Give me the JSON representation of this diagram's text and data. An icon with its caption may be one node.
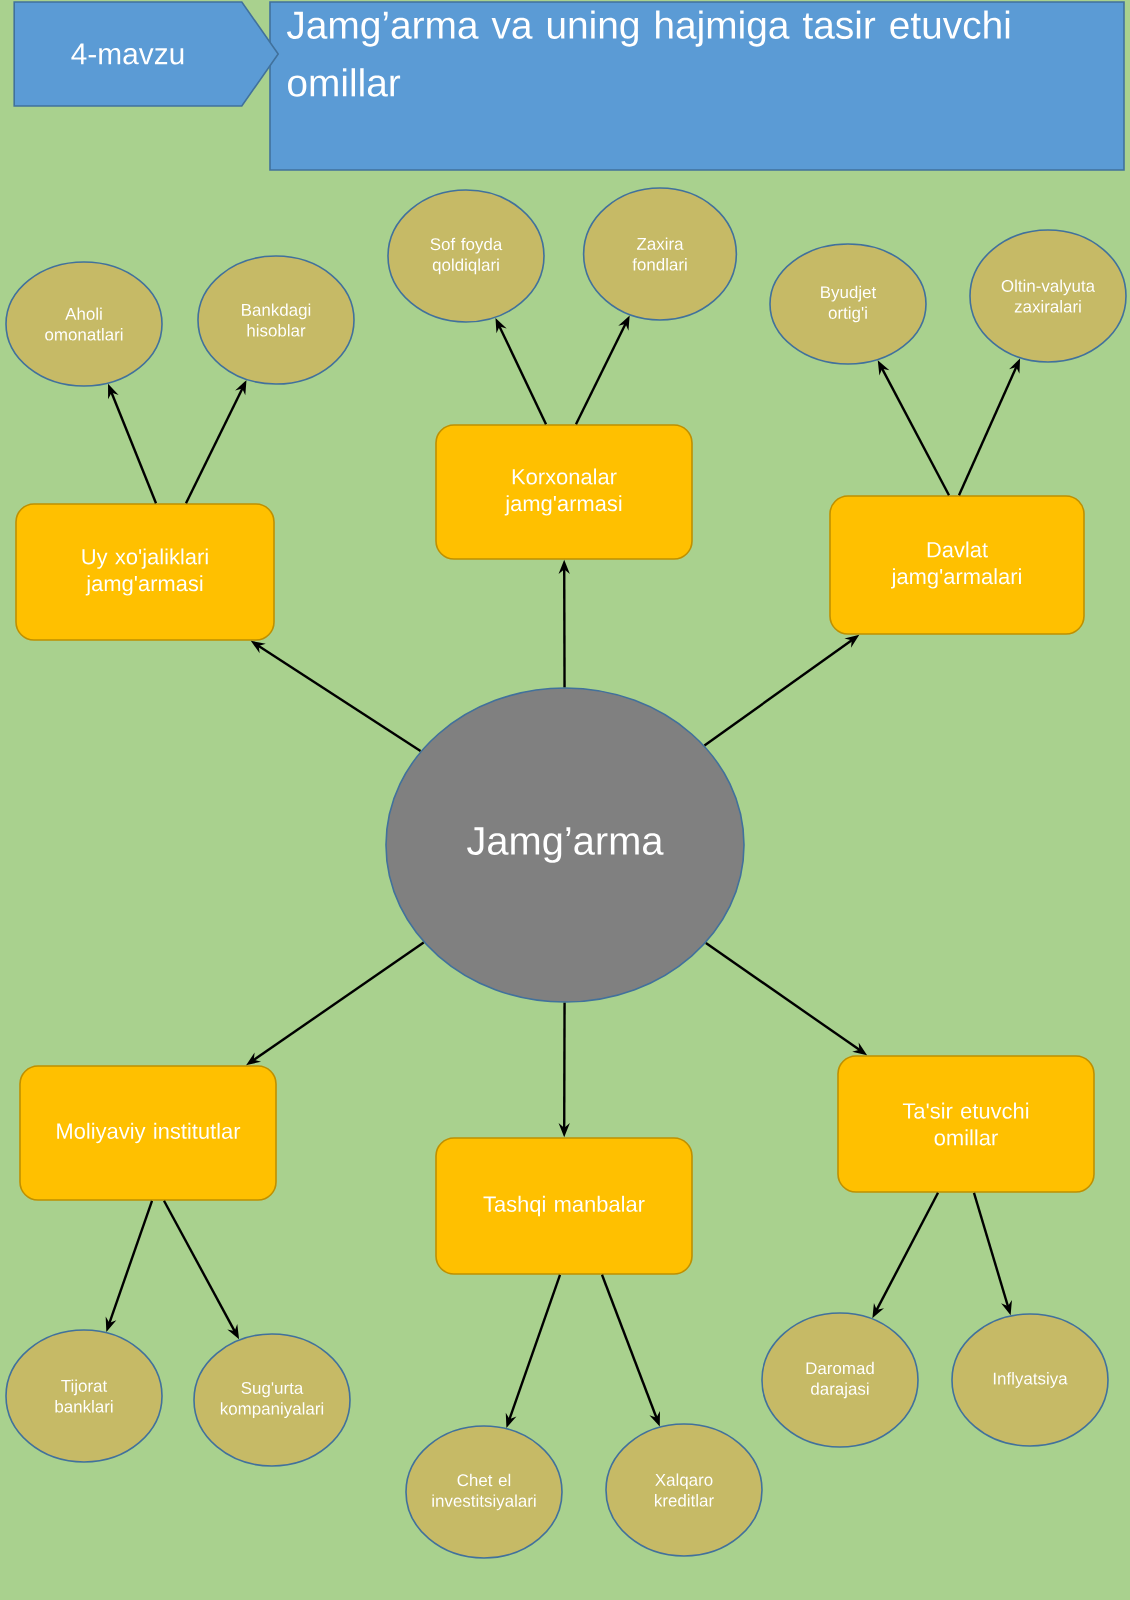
{
  "diagram": {
    "title": "Jamg’arma va uning hajmiga tasir etuvchi omillar",
    "nodes": [
      {
        "text": [
          "4-mavzu"
        ]
      },
      {
        "text": [
          "Jamg’arma"
        ]
      },
      {
        "text": [
          "Uy xo'jaliklari jamg'armasi"
        ]
      },
      {
        "text": [
          "Aholi omonatlari"
        ]
      },
      {
        "text": [
          "Bankdagi hisoblar"
        ]
      },
      {
        "text": [
          "Korxonalar jamg'armasi"
        ]
      },
      {
        "text": [
          "Sof foyda qoldiqlari"
        ]
      },
      {
        "text": [
          "Zaxira fondlari"
        ]
      },
      {
        "text": [
          "Davlat jamg'armalari"
        ]
      },
      {
        "text": [
          "Byudjet ortig'i"
        ]
      },
      {
        "text": [
          "Oltin-valyuta zaxiralari"
        ]
      },
      {
        "text": [
          "Moliyaviy institutlar"
        ]
      },
      {
        "text": [
          "Tijorat banklari"
        ]
      },
      {
        "text": [
          "Sug'urta kompaniyalari"
        ]
      },
      {
        "text": [
          "Tashqi manbalar"
        ]
      },
      {
        "text": [
          "Chet el investitsiyalari"
        ]
      },
      {
        "text": [
          "Xalqaro kreditlar"
        ]
      },
      {
        "text": [
          "Ta'sir etuvchi omillar"
        ]
      },
      {
        "text": [
          "Daromad darajasi"
        ]
      },
      {
        "text": [
          "Inflyatsiya"
        ]
      }
    ],
    "edges": [
      {
        "from": 1,
        "to": 2,
        "arrow": "to"
      },
      {
        "from": 1,
        "to": 5,
        "arrow": "to"
      },
      {
        "from": 1,
        "to": 8,
        "arrow": "to"
      },
      {
        "from": 1,
        "to": 11,
        "arrow": "to"
      },
      {
        "from": 1,
        "to": 14,
        "arrow": "to"
      },
      {
        "from": 1,
        "to": 17,
        "arrow": "to"
      },
      {
        "from": 2,
        "to": 3,
        "arrow": "to"
      },
      {
        "from": 2,
        "to": 4,
        "arrow": "to"
      },
      {
        "from": 5,
        "to": 6,
        "arrow": "to"
      },
      {
        "from": 5,
        "to": 7,
        "arrow": "to"
      },
      {
        "from": 8,
        "to": 9,
        "arrow": "to"
      },
      {
        "from": 8,
        "to": 10,
        "arrow": "to"
      },
      {
        "from": 11,
        "to": 12,
        "arrow": "to"
      },
      {
        "from": 11,
        "to": 13,
        "arrow": "to"
      },
      {
        "from": 14,
        "to": 15,
        "arrow": "to"
      },
      {
        "from": 14,
        "to": 16,
        "arrow": "to"
      },
      {
        "from": 17,
        "to": 18,
        "arrow": "to"
      },
      {
        "from": 17,
        "to": 19,
        "arrow": "to"
      }
    ]
  }
}
